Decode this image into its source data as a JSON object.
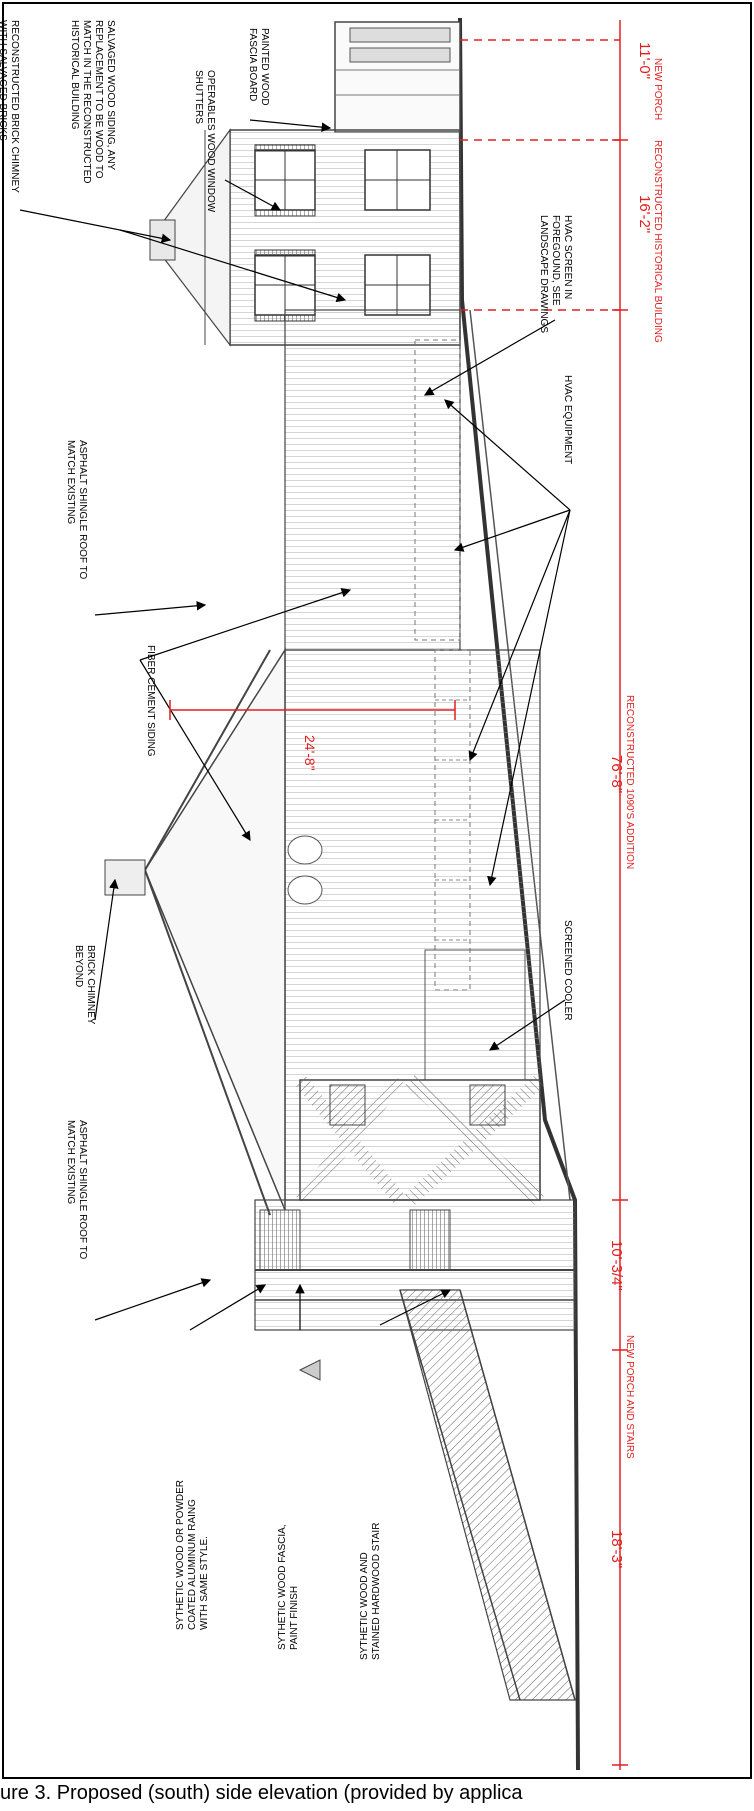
{
  "notes": {
    "brick_chimney_salvaged": [
      "RECONSTRUCTED BRICK CHIMNEY",
      "WITH SALVAGED BRICKS"
    ],
    "wood_siding": [
      "SALVAGED WOOD SIDING, ANY",
      "REPLACEMENT TO BE WOOD TO",
      "MATCH IN THE RECONSTRUCTED",
      "HISTORICAL BUILDING"
    ],
    "window_shutters": [
      "OPERABLES WOOD WINDOW",
      "SHUTTERS"
    ],
    "fascia_board": [
      "PAINTED WOOD",
      "FASCIA BOARD"
    ],
    "hvac_screen": [
      "HVAC SCREEN IN",
      "FOREGOUND, SEE",
      "LANDSCAPE DRAWINGS"
    ],
    "hvac_equipment": [
      "HVAC EQUIPMENT"
    ],
    "roof_right": [
      "ASPHALT SHINGLE ROOF TO",
      "MATCH EXISTING"
    ],
    "fiber_cement": [
      "FIBER CEMENT SIDING"
    ],
    "brick_chimney_beyond": [
      "BRICK CHIMNEY",
      "BEYOND"
    ],
    "screened_cooler": [
      "SCREENED COOLER"
    ],
    "roof_left": [
      "ASPHALT SHINGLE ROOF TO",
      "MATCH EXISTING"
    ],
    "railing": [
      "SYTHETIC WOOD OR POWDER",
      "COATED ALUMINUM RAING",
      "WITH SAME STYLE."
    ],
    "synthetic_fascia": [
      "SYTHETIC WOOD FASCIA,",
      "PAINT FINISH"
    ],
    "stair": [
      "SYTHETIC WOOD AND",
      "STAINED HARDWOOD STAIR"
    ]
  },
  "dimensions": {
    "height": "24'-8\"",
    "new_porch_dim": "11'-0\"",
    "new_porch_label": "NEW PORCH",
    "historical_dim": "16'-2\"",
    "historical_label": "RECONSTRUCTED HISTORICAL BUILDING",
    "addition_dim": "76'-8\"",
    "addition_label": "RECONSTRUCTED 1090'S ADDITION",
    "porch_stairs_dim": "10'-3/4\"",
    "porch_stairs_dim2": "18'-3\"",
    "porch_stairs_label": "NEW PORCH AND STAIRS"
  },
  "caption": "ure 3. Proposed (south) side elevation (provided by applica"
}
